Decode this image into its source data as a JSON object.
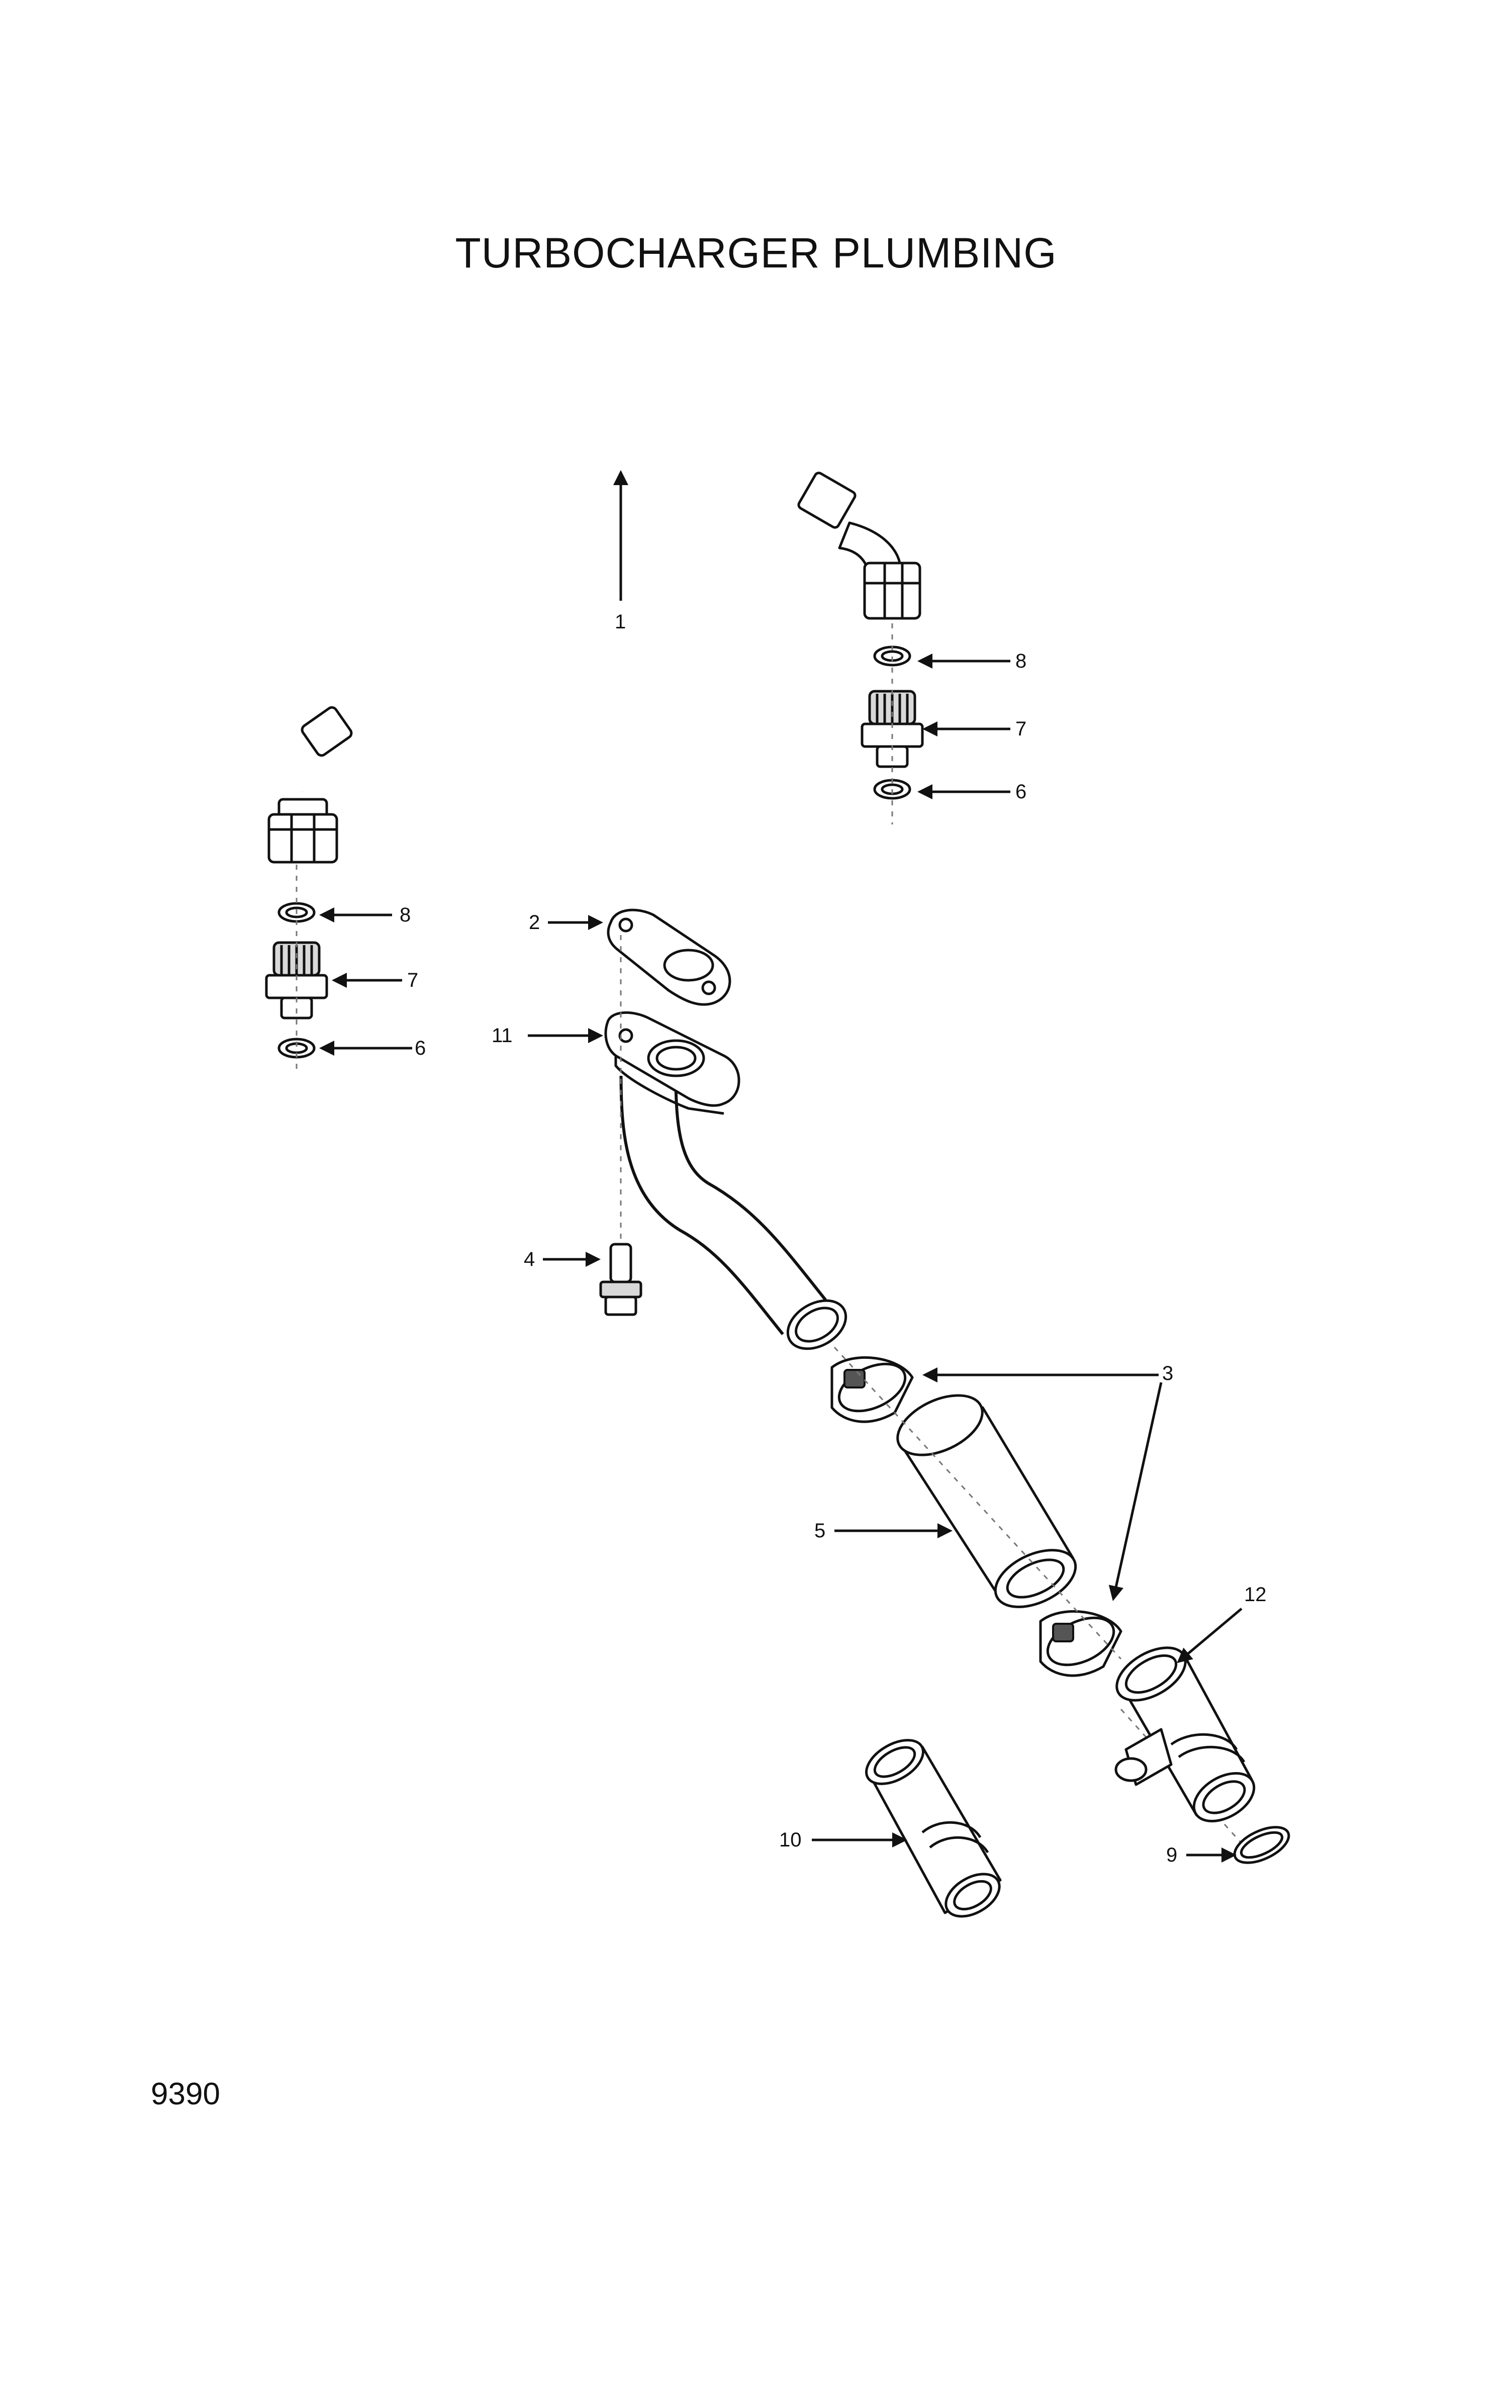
{
  "title": "TURBOCHARGER PLUMBING",
  "page_number": "9390",
  "callouts": {
    "c1": "1",
    "c2": "2",
    "c3": "3",
    "c4": "4",
    "c5": "5",
    "c6_right": "6",
    "c6_left": "6",
    "c7_right": "7",
    "c7_left": "7",
    "c8_right": "8",
    "c8_left": "8",
    "c9": "9",
    "c10": "10",
    "c11": "11",
    "c12": "12"
  }
}
